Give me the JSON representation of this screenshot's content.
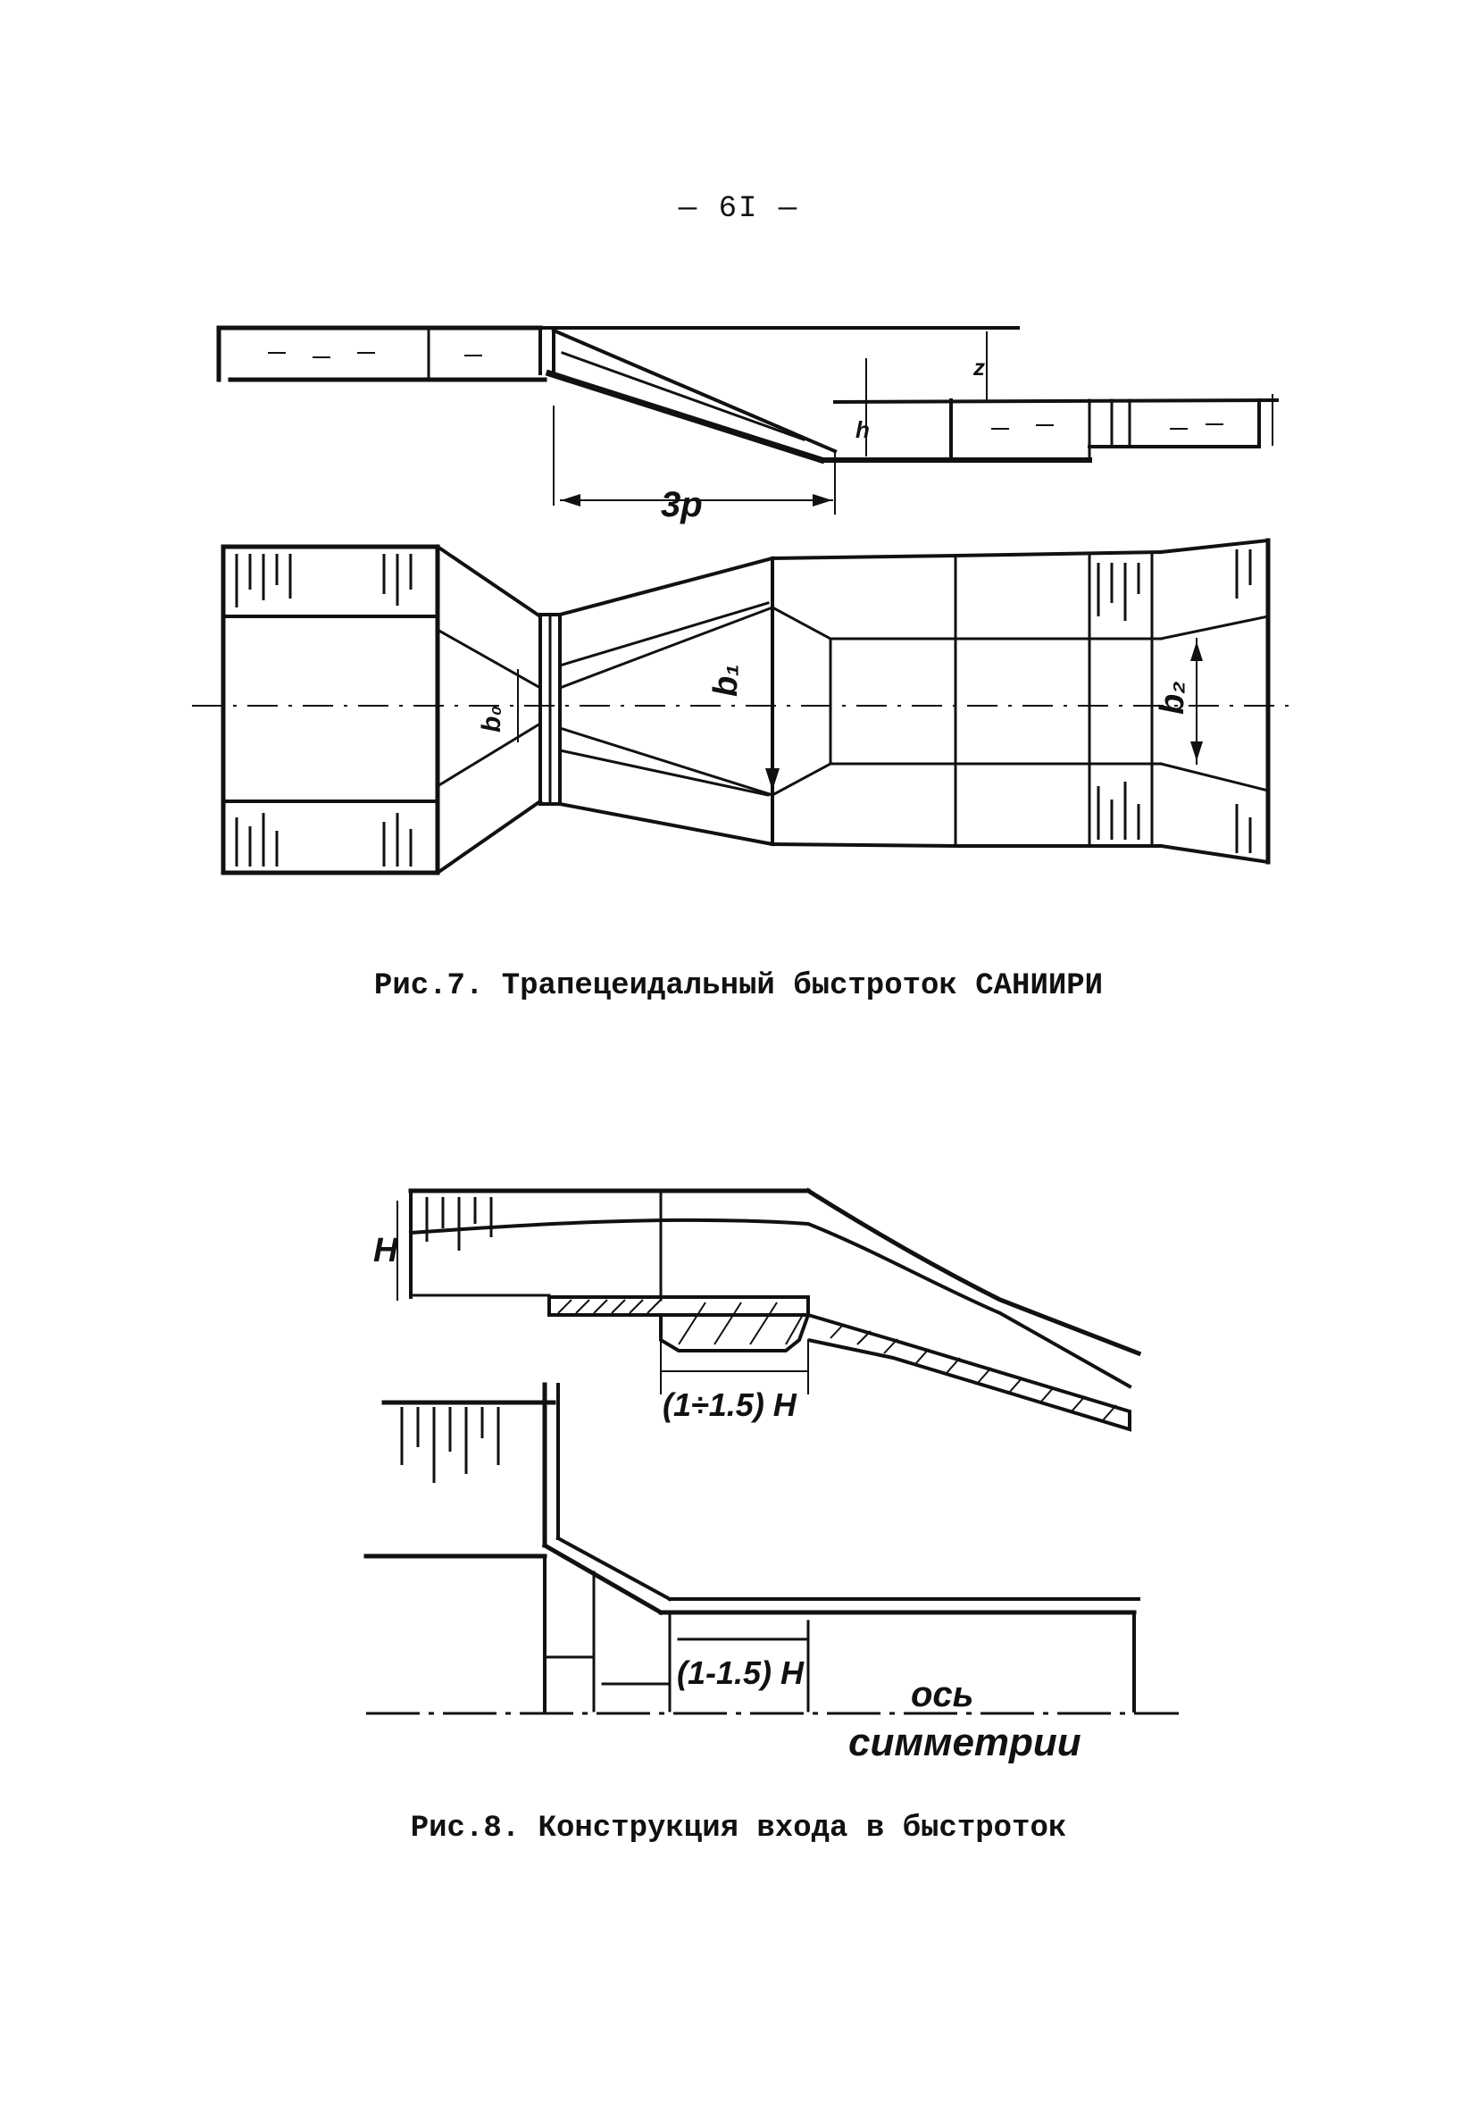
{
  "page": {
    "number": "— 6I —"
  },
  "figure7": {
    "caption": "Рис.7. Трапецеидальный быстроток САНИИРИ",
    "labels": {
      "length": "3p",
      "z": "z",
      "h": "h",
      "b0": "b₀",
      "b1": "b₁",
      "b2": "b₂"
    }
  },
  "figure8": {
    "caption": "Рис.8. Конструкция входа в быстроток",
    "labels": {
      "head": "H",
      "sill_length_top": "(1÷1.5) H",
      "sill_length_bottom": "(1-1.5) H",
      "axis_label_line1": "ось",
      "axis_label_line2": "симметрии"
    }
  }
}
